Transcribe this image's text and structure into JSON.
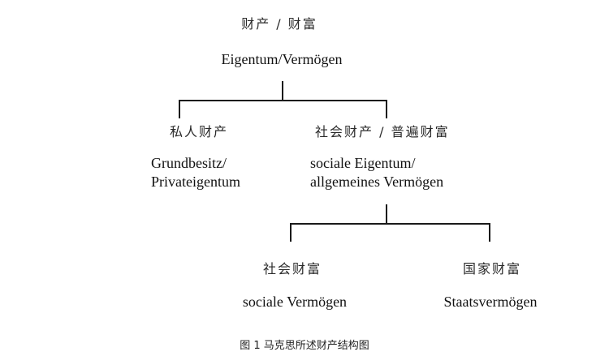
{
  "root": {
    "zh": "财产 / 财富",
    "de": "Eigentum/Vermögen"
  },
  "left_branch": {
    "zh": "私人财产",
    "de_line1": "Grundbesitz/",
    "de_line2": "Privateigentum"
  },
  "right_branch": {
    "zh": "社会财产 / 普遍财富",
    "de_line1": "sociale Eigentum/",
    "de_line2": "allgemeines Vermögen"
  },
  "sub_left": {
    "zh": "社会财富",
    "de": "sociale Vermögen"
  },
  "sub_right": {
    "zh": "国家财富",
    "de": "Staatsvermögen"
  },
  "caption": "图 1  马克思所述财产结构图",
  "colors": {
    "lines": "#1a1a1a",
    "text": "#1a1a1a"
  }
}
